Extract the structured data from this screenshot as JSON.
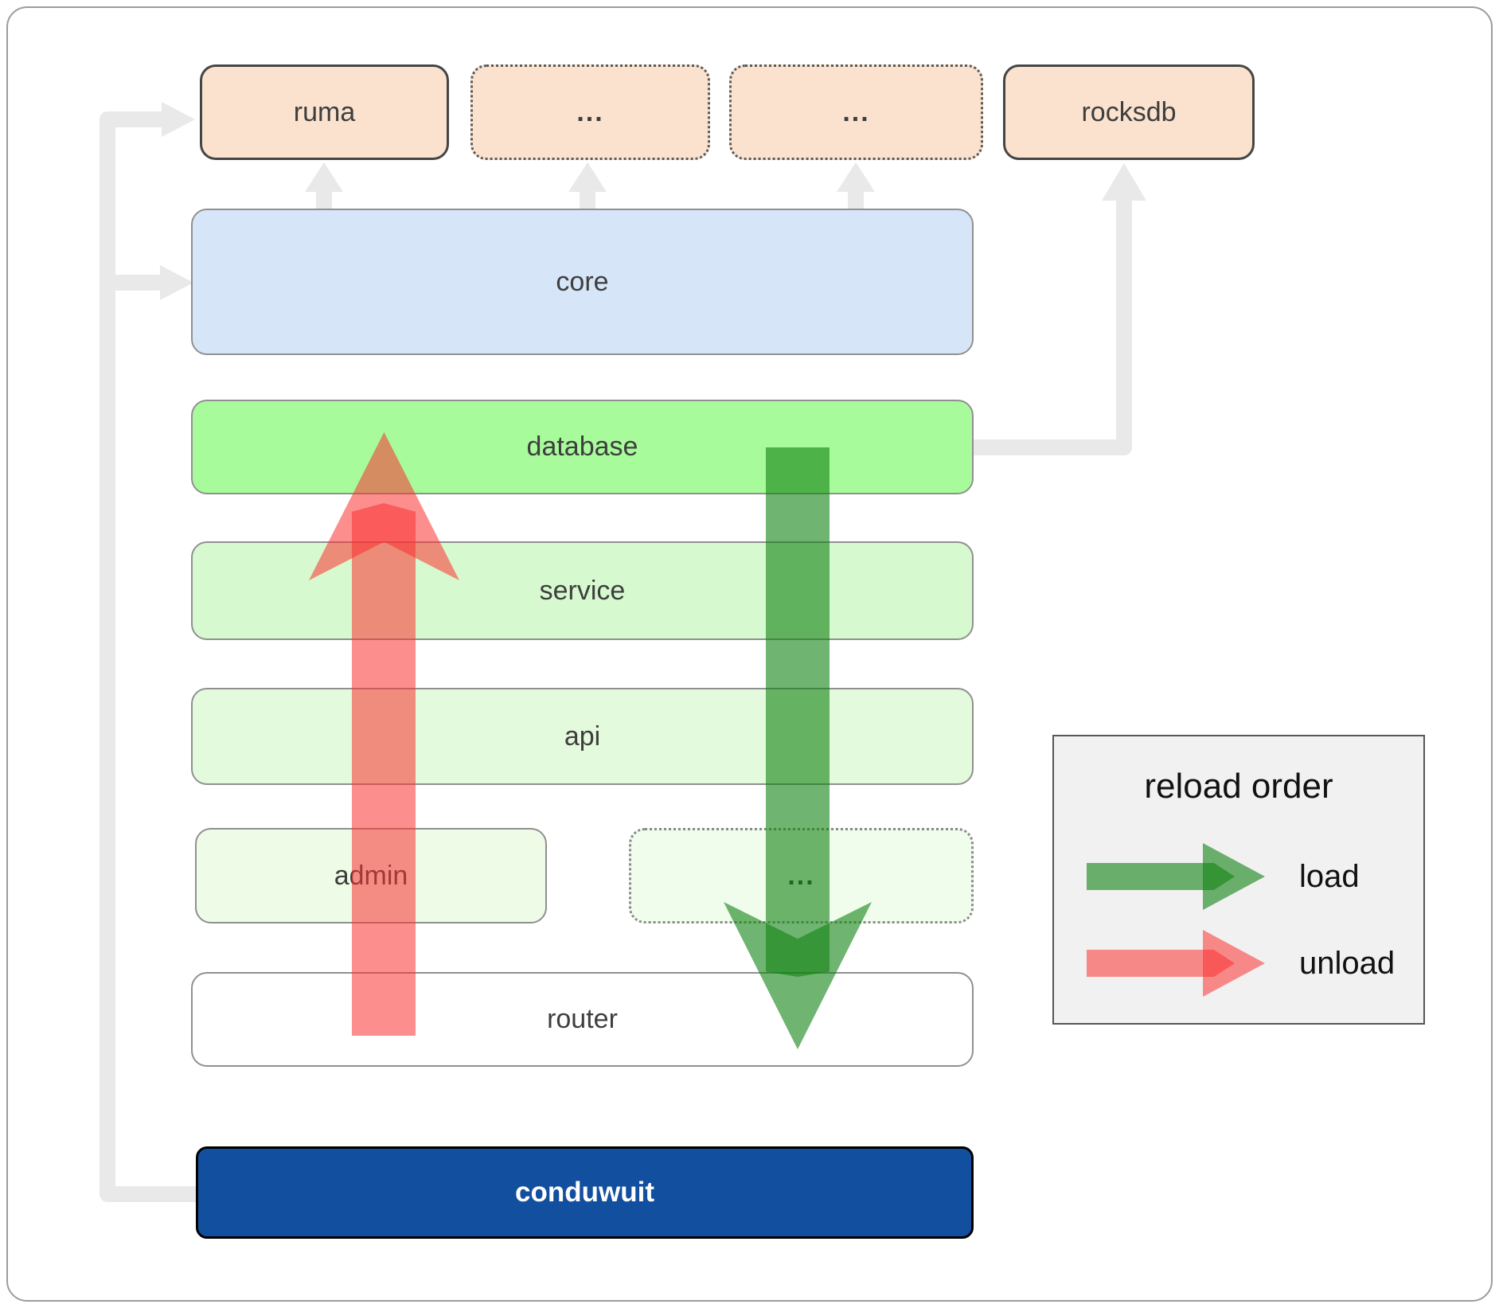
{
  "nodes": {
    "ruma": {
      "label": "ruma"
    },
    "top_more_1": {
      "label": "..."
    },
    "top_more_2": {
      "label": "..."
    },
    "rocksdb": {
      "label": "rocksdb"
    },
    "core": {
      "label": "core"
    },
    "database": {
      "label": "database"
    },
    "service": {
      "label": "service"
    },
    "api": {
      "label": "api"
    },
    "admin": {
      "label": "admin"
    },
    "bottom_more": {
      "label": "..."
    },
    "router": {
      "label": "router"
    },
    "conduwuit": {
      "label": "conduwuit"
    }
  },
  "legend": {
    "title": "reload order",
    "items": [
      {
        "label": "load",
        "color": "#2E8B31"
      },
      {
        "label": "unload",
        "color": "#F98B84"
      }
    ]
  },
  "edges": [
    {
      "from": "conduwuit",
      "to": "ruma",
      "style": "gray"
    },
    {
      "from": "conduwuit",
      "to": "core",
      "style": "gray"
    },
    {
      "from": "core",
      "to": "ruma",
      "style": "gray"
    },
    {
      "from": "core",
      "to": "top_more_1",
      "style": "gray"
    },
    {
      "from": "core",
      "to": "top_more_2",
      "style": "gray"
    },
    {
      "from": "database",
      "to": "rocksdb",
      "style": "gray"
    },
    {
      "from": "database",
      "to": "router",
      "style": "load-green-arrow"
    },
    {
      "from": "router",
      "to": "database",
      "style": "unload-red-arrow"
    }
  ],
  "colors": {
    "peach": "#fae2ce",
    "core_blue": "#d6e6f8",
    "database_green": "#a7fb9a",
    "service_green": "#d7f9cf",
    "api_green": "#e3fadc",
    "admin_green": "#edfbe7",
    "more_green": "#f0fcec",
    "conduwuit_blue": "#124f9e",
    "connector_gray": "#e9e9e9",
    "load_arrow": "rgba(16,130,18,0.60)",
    "unload_arrow": "rgba(251,50,50,0.55)"
  }
}
